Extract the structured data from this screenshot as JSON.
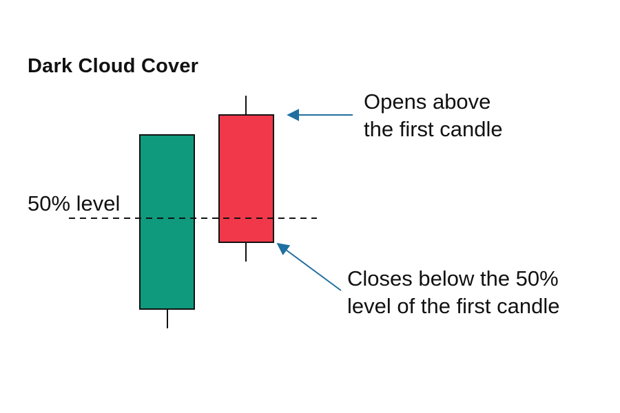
{
  "title": "Dark Cloud Cover",
  "level_label": "50% level",
  "annotations": {
    "opens_line1": "Opens above",
    "opens_line2": "the first candle",
    "closes_line1": "Closes below the 50%",
    "closes_line2": "level of the first candle"
  },
  "colors": {
    "bullish_candle": "#0f9a7d",
    "bearish_candle": "#f0384a",
    "arrow": "#1f6fa0",
    "outline": "#111111"
  }
}
